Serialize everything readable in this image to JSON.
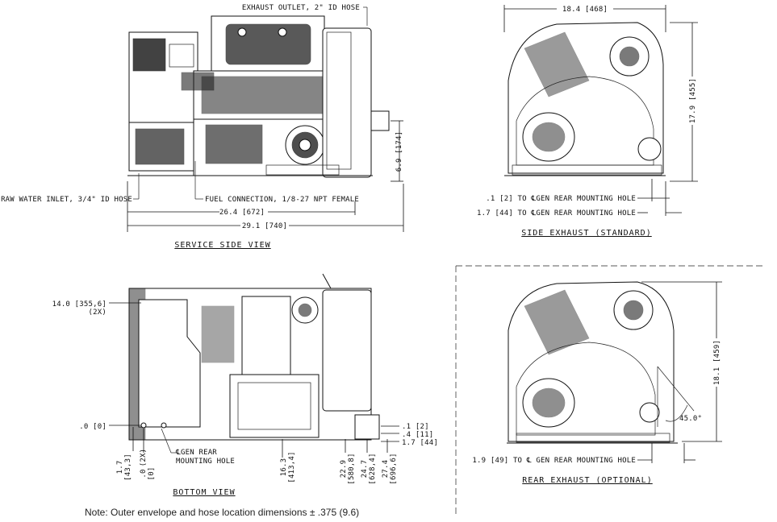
{
  "views": {
    "service_side": {
      "title": "SERVICE SIDE VIEW",
      "exhaust_outlet": "EXHAUST OUTLET, 2\" ID HOSE",
      "raw_water_inlet": "RAW WATER INLET, 3/4\" ID HOSE",
      "fuel_connection": "FUEL CONNECTION, 1/8-27 NPT FEMALE",
      "dim_height": "6.9 [174]",
      "dim_width_inner": "26.4 [672]",
      "dim_width_outer": "29.1 [740]"
    },
    "side_exhaust": {
      "title": "SIDE EXHAUST (STANDARD)",
      "dim_width": "18.4 [468]",
      "dim_height": "17.9 [455]",
      "mount_1": ".1 [2] TO ℄GEN REAR MOUNTING HOLE",
      "mount_2": "1.7 [44] TO ℄GEN REAR MOUNTING HOLE"
    },
    "bottom": {
      "title": "BOTTOM VIEW",
      "dim_left_top": "14.0 [355,6]",
      "dim_left_top_count": "(2X)",
      "dim_zero": ".0 [0]",
      "mount_label_1": "℄GEN REAR",
      "mount_label_2": "MOUNTING HOLE",
      "v_17": "1.7",
      "v_17b": "[43,3]",
      "v_00": ".0",
      "v_00b": "[0]",
      "v_00c": "(2X)",
      "v_163": "16.3",
      "v_163b": "[413,4]",
      "v_229": "22.9",
      "v_229b": "[580,8]",
      "v_247": "24.7",
      "v_247b": "[628,4]",
      "v_274": "27.4",
      "v_274b": "[696,6]",
      "r_1": ".1 [2]",
      "r_2": ".4 [11]",
      "r_3": "1.7 [44]"
    },
    "rear_exhaust": {
      "title": "REAR EXHAUST (OPTIONAL)",
      "dim_height": "18.1 [459]",
      "angle": "45.0°",
      "mount": "1.9 [49] TO ℄ GEN REAR MOUNTING HOLE"
    }
  },
  "note": "Note: Outer envelope and hose location dimensions ± .375 (9.6)"
}
